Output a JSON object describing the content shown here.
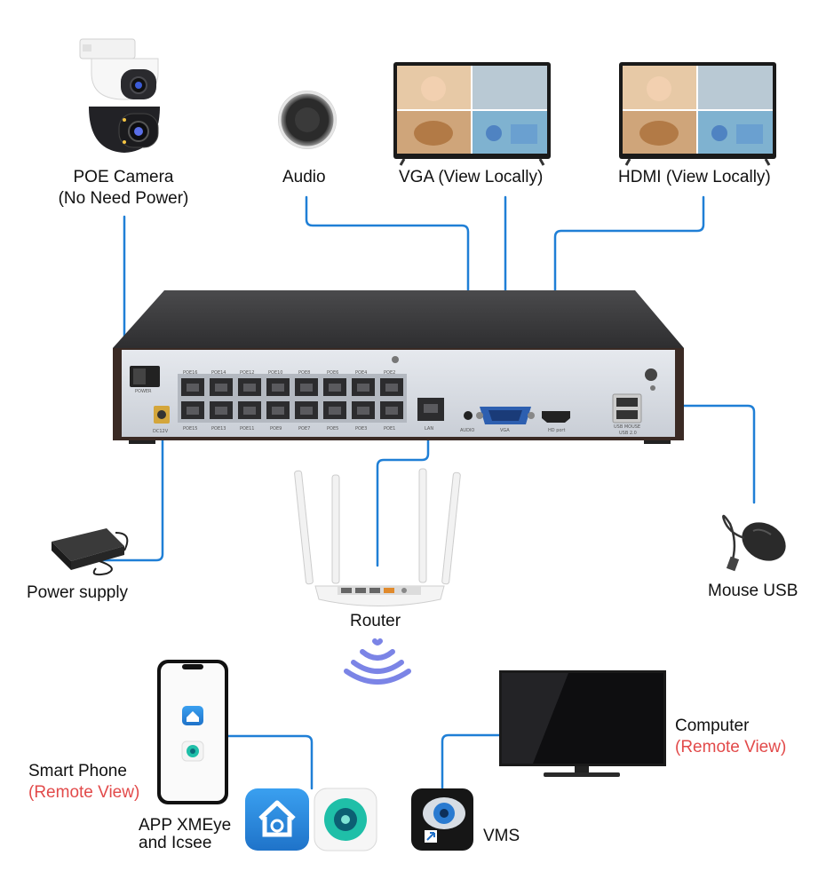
{
  "labels": {
    "poe_camera_line1": "POE Camera",
    "poe_camera_line2": "(No Need Power)",
    "audio": "Audio",
    "vga": "VGA (View Locally)",
    "hdmi": "HDMI (View Locally)",
    "power_supply": "Power supply",
    "router": "Router",
    "mouse_usb": "Mouse USB",
    "smart_phone": "Smart Phone",
    "smart_phone_remote": "(Remote View)",
    "app_line1": "APP XMEye",
    "app_line2": "and Icsee",
    "computer": "Computer",
    "computer_remote": "(Remote View)",
    "vms": "VMS"
  },
  "nvr_panel": {
    "power": "POWER",
    "dc": "DC12V",
    "ports_top": [
      "POE16",
      "POE14",
      "POE12",
      "POE10",
      "POE8",
      "POE6",
      "POE4",
      "POE2"
    ],
    "ports_bottom": [
      "POE15",
      "POE13",
      "POE11",
      "POE9",
      "POE7",
      "POE5",
      "POE3",
      "POE1"
    ],
    "lan": "LAN",
    "audio": "AUDIO",
    "vga": "VGA",
    "hdmi": "HD port",
    "usb": "USB MOUSE",
    "usb2": "USB 2.0"
  },
  "colors": {
    "connector_line": "#1f7fd6",
    "remote_text": "#e24a4a",
    "wifi": "#7b84e6",
    "nvr_top": "#3c3c3e",
    "nvr_panel": "#d9dde3"
  }
}
